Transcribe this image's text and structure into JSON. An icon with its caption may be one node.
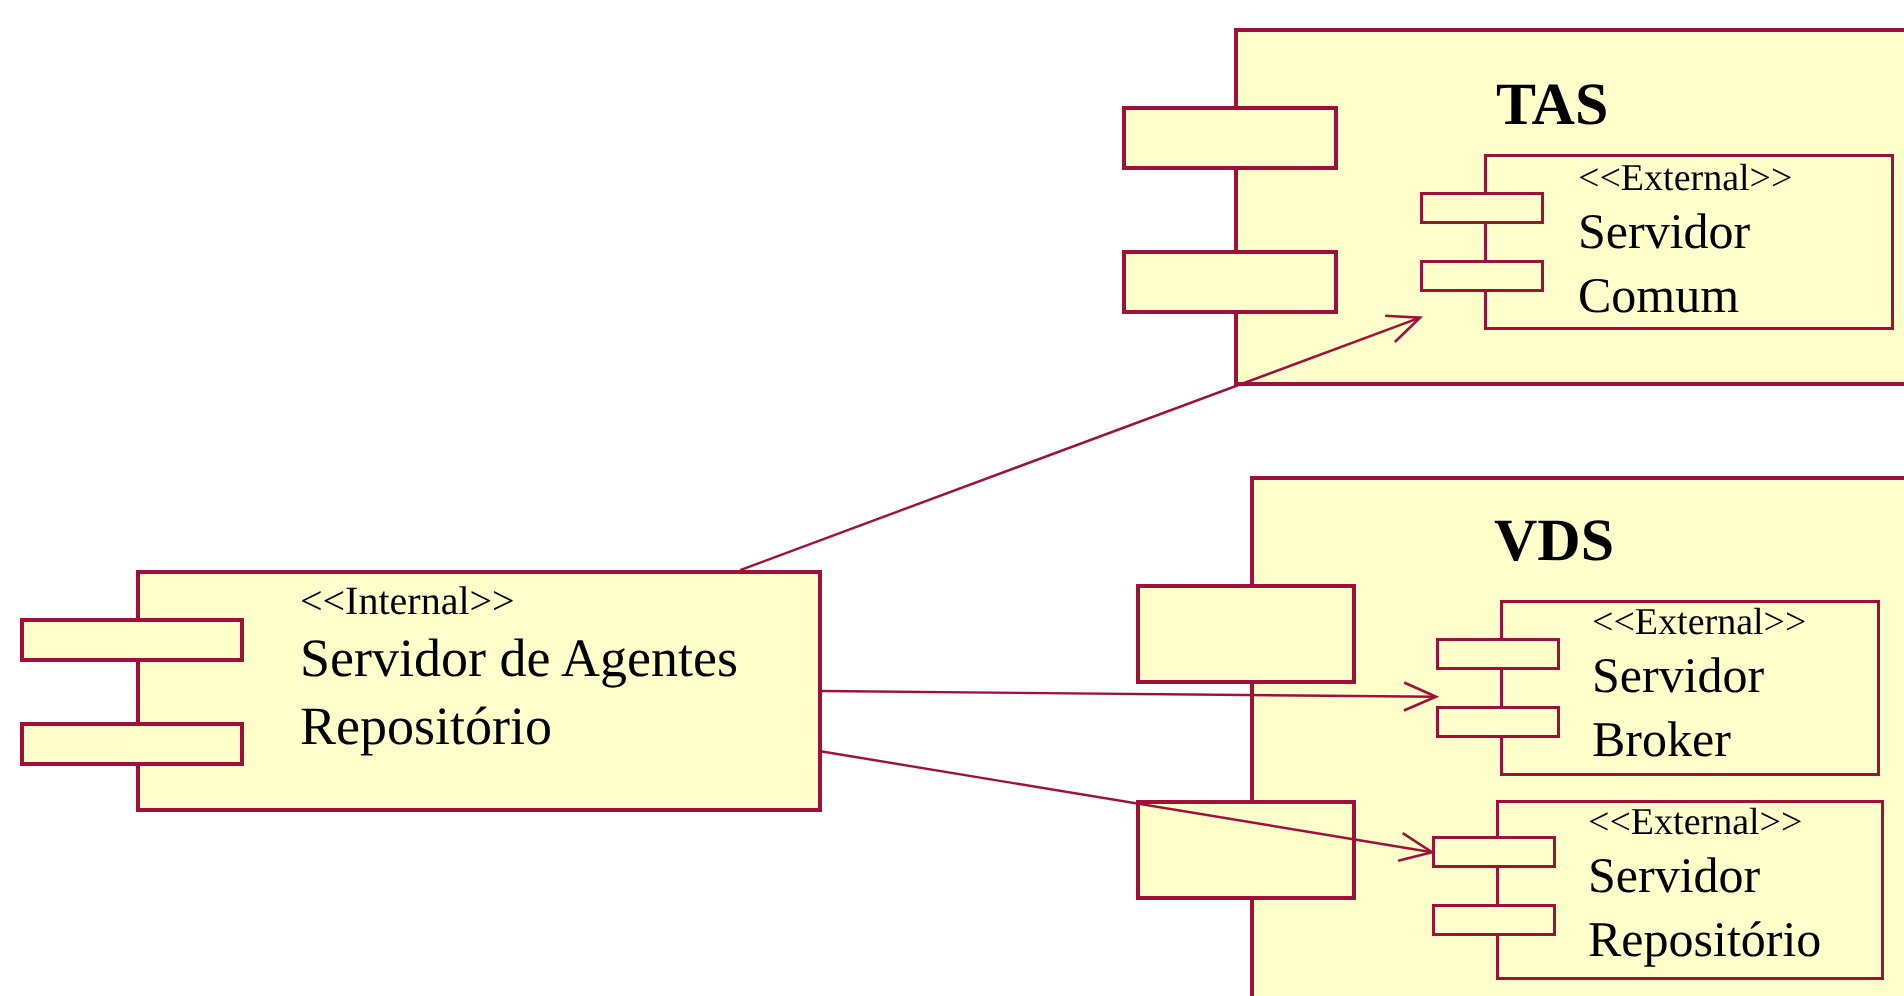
{
  "diagram": {
    "nodes": [
      {
        "text": [
          "TAS"
        ]
      },
      {
        "text": [
          "<<External>>",
          "Servidor Comum"
        ],
        "in": 0
      },
      {
        "text": [
          "VDS"
        ]
      },
      {
        "text": [
          "<<External>>",
          "Servidor Broker"
        ],
        "in": 2
      },
      {
        "text": [
          "<<External>>",
          "Servidor Repositório"
        ],
        "in": 2
      },
      {
        "text": [
          "<<Internal>>",
          "Servidor de Agentes Repositório"
        ]
      }
    ],
    "edges": [
      {
        "from": 5,
        "to": 1,
        "arrow": "to"
      },
      {
        "from": 5,
        "to": 3,
        "arrow": "to"
      },
      {
        "from": 5,
        "to": 4,
        "arrow": "to"
      }
    ]
  }
}
